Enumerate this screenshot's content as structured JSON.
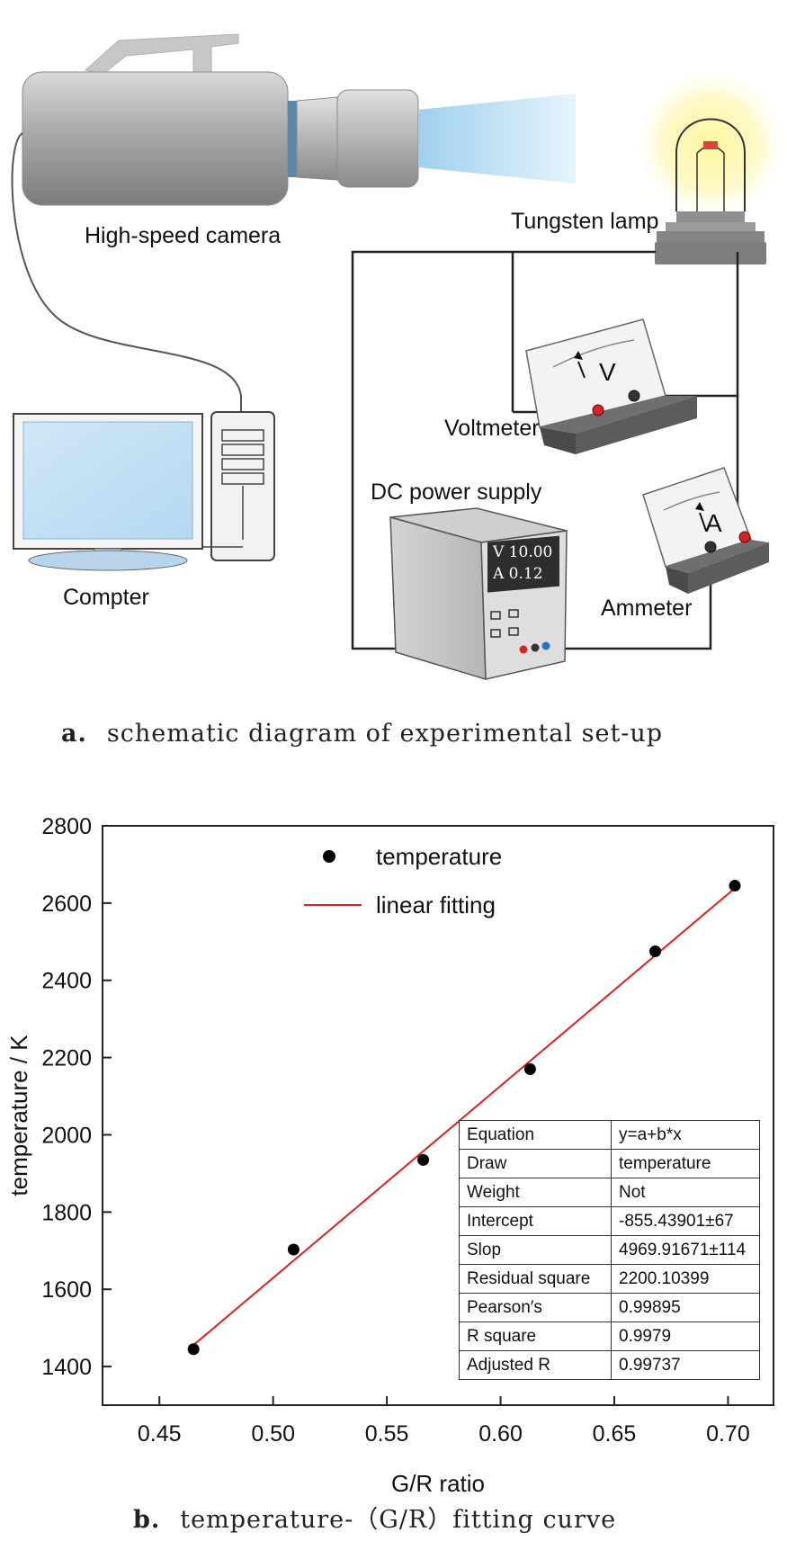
{
  "diagram": {
    "labels": {
      "camera": "High-speed camera",
      "lamp": "Tungsten lamp",
      "voltmeter": "Voltmeter",
      "power_supply": "DC power supply",
      "computer": "Compter",
      "ammeter": "Ammeter"
    },
    "voltmeter_symbol": "V",
    "ammeter_symbol": "A",
    "psu_display": {
      "voltage": "V  10.00",
      "current": "A  0.12"
    },
    "caption": {
      "letter": "a.",
      "text": "schematic diagram of experimental set-up"
    }
  },
  "chart_data": {
    "type": "scatter",
    "title": "",
    "xlabel": "G/R ratio",
    "ylabel": "temperature / K",
    "xlim": [
      0.425,
      0.72
    ],
    "ylim": [
      1300,
      2800
    ],
    "x_ticks": [
      0.45,
      0.5,
      0.55,
      0.6,
      0.65,
      0.7
    ],
    "x_tick_labels": [
      "0.45",
      "0.50",
      "0.55",
      "0.60",
      "0.65",
      "0.70"
    ],
    "y_ticks": [
      1400,
      1600,
      1800,
      2000,
      2200,
      2400,
      2600,
      2800
    ],
    "y_tick_labels": [
      "1400",
      "1600",
      "1800",
      "2000",
      "2200",
      "2400",
      "2600",
      "2800"
    ],
    "grid": false,
    "legend_position": "top-center",
    "series": [
      {
        "name": "temperature",
        "type": "scatter",
        "color": "#000000",
        "x": [
          0.465,
          0.509,
          0.566,
          0.613,
          0.668,
          0.703
        ],
        "y": [
          1445,
          1703,
          1935,
          2170,
          2475,
          2645
        ]
      },
      {
        "name": "linear fitting",
        "type": "line",
        "color": "#e02020",
        "x": [
          0.465,
          0.703
        ],
        "y": [
          1455.6,
          2638.4
        ]
      }
    ],
    "fit_table": [
      [
        "Equation",
        "y=a+b*x"
      ],
      [
        "Draw",
        "temperature"
      ],
      [
        "Weight",
        "Not"
      ],
      [
        "Intercept",
        "-855.43901±67"
      ],
      [
        "Slop",
        "4969.91671±114"
      ],
      [
        "Residual square",
        "2200.10399"
      ],
      [
        "Pearson′s",
        "0.99895"
      ],
      [
        "R square",
        "0.9979"
      ],
      [
        "Adjusted R",
        "0.99737"
      ]
    ],
    "caption": {
      "letter": "b.",
      "text": "temperature-（G/R）fitting curve"
    }
  }
}
